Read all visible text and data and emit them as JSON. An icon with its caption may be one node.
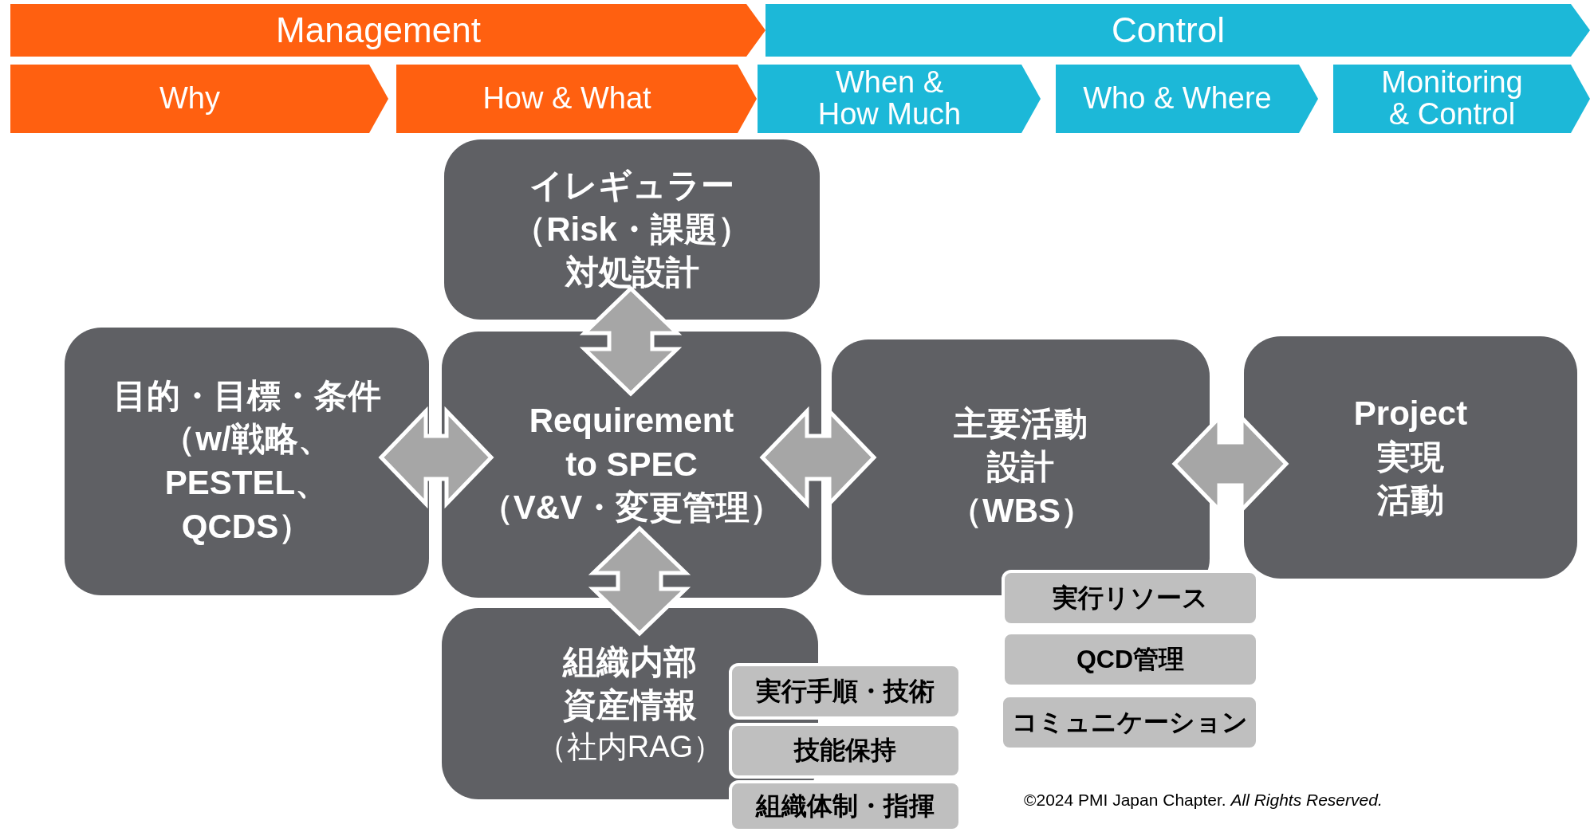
{
  "diagram": {
    "nodes": [
      {
        "text": [
          "Management"
        ]
      },
      {
        "text": [
          "Control"
        ]
      },
      {
        "text": [
          "Why"
        ]
      },
      {
        "text": [
          "How & What"
        ]
      },
      {
        "text": [
          "When & How Much"
        ]
      },
      {
        "text": [
          "Who & Where"
        ]
      },
      {
        "text": [
          "Monitoring & Control"
        ]
      },
      {
        "text": [
          "イレギュラー（Risk・課題）対処設計"
        ]
      },
      {
        "text": [
          "目的・目標・条件（w/戦略、PESTEL、QCDS）"
        ]
      },
      {
        "text": [
          "Requirement to SPEC",
          "（V&V・変更管理）"
        ]
      },
      {
        "text": [
          "主要活動設計（WBS）"
        ]
      },
      {
        "text": [
          "Project 実現活動"
        ]
      },
      {
        "text": [
          "組織内部資産情報",
          "（社内RAG）"
        ]
      },
      {
        "text": [
          "実行リソース"
        ]
      },
      {
        "text": [
          "QCD管理"
        ]
      },
      {
        "text": [
          "コミュニケーション"
        ]
      },
      {
        "text": [
          "実行手順・技術"
        ]
      },
      {
        "text": [
          "技能保持"
        ]
      },
      {
        "text": [
          "組織体制・指揮"
        ]
      }
    ],
    "edges": [
      {
        "from": 8,
        "to": 9,
        "arrow": "both"
      },
      {
        "from": 9,
        "to": 10,
        "arrow": "both"
      },
      {
        "from": 10,
        "to": 11,
        "arrow": "both"
      },
      {
        "from": 7,
        "to": 9,
        "arrow": "both"
      },
      {
        "from": 9,
        "to": 12,
        "arrow": "both"
      }
    ],
    "labels": [
      "©2024 PMI Japan Chapter. *All Rights Reserved.*"
    ]
  }
}
